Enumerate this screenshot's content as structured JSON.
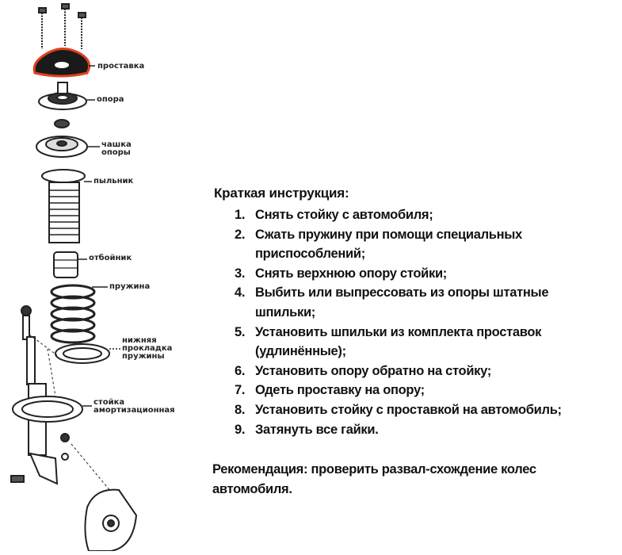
{
  "diagram": {
    "labels": {
      "spacer": "проставка",
      "mount": "опора",
      "cup": "чашка опоры",
      "boot": "пыльник",
      "bumper": "отбойник",
      "spring": "пружина",
      "gasket": "нижняя прокладка пружины",
      "strut": "стойка амортизационная"
    },
    "highlight_color": "#e0401c"
  },
  "instructions": {
    "title": "Краткая инструкция:",
    "steps": [
      {
        "num": "1.",
        "text": "Снять стойку с автомобиля;"
      },
      {
        "num": "2.",
        "text": "Сжать пружину при помощи специальных приспособлений;"
      },
      {
        "num": "3.",
        "text": "Снять верхнюю опору стойки;"
      },
      {
        "num": "4.",
        "text": "Выбить или выпрессовать из опоры штатные шпильки;"
      },
      {
        "num": "5.",
        "text": "Установить шпильки из комплекта проставок (удлинённые);"
      },
      {
        "num": "6.",
        "text": "Установить опору обратно на стойку;"
      },
      {
        "num": "7.",
        "text": "Одеть проставку на опору;"
      },
      {
        "num": "8.",
        "text": "Установить стойку  с проставкой на автомобиль;"
      },
      {
        "num": "9.",
        "text": "Затянуть все гайки."
      }
    ],
    "recommendation": "Рекомендация: проверить развал-схождение колес автомобиля."
  }
}
